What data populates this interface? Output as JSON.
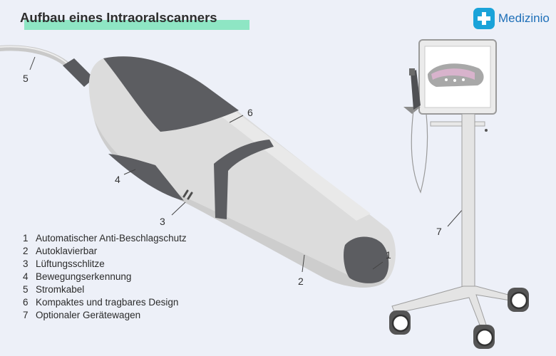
{
  "title": "Aufbau eines Intraoralscanners",
  "brand": {
    "name": "Medizinio",
    "logo_icon": "medical-cross-icon"
  },
  "callouts": [
    "1",
    "2",
    "3",
    "4",
    "5",
    "6",
    "7"
  ],
  "legend": [
    {
      "num": "1",
      "label": "Automatischer Anti-Beschlagschutz"
    },
    {
      "num": "2",
      "label": "Autoklavierbar"
    },
    {
      "num": "3",
      "label": "Lüftungsschlitze"
    },
    {
      "num": "4",
      "label": "Bewegungserkennung"
    },
    {
      "num": "5",
      "label": "Stromkabel"
    },
    {
      "num": "6",
      "label": "Kompaktes und tragbares Design"
    },
    {
      "num": "7",
      "label": "Optionaler Gerätewagen"
    }
  ],
  "colors": {
    "accent": "#8ee6c4",
    "brand": "#1aa3d9",
    "dark_grey": "#5c5d61",
    "light_grey": "#dcdcdc"
  }
}
